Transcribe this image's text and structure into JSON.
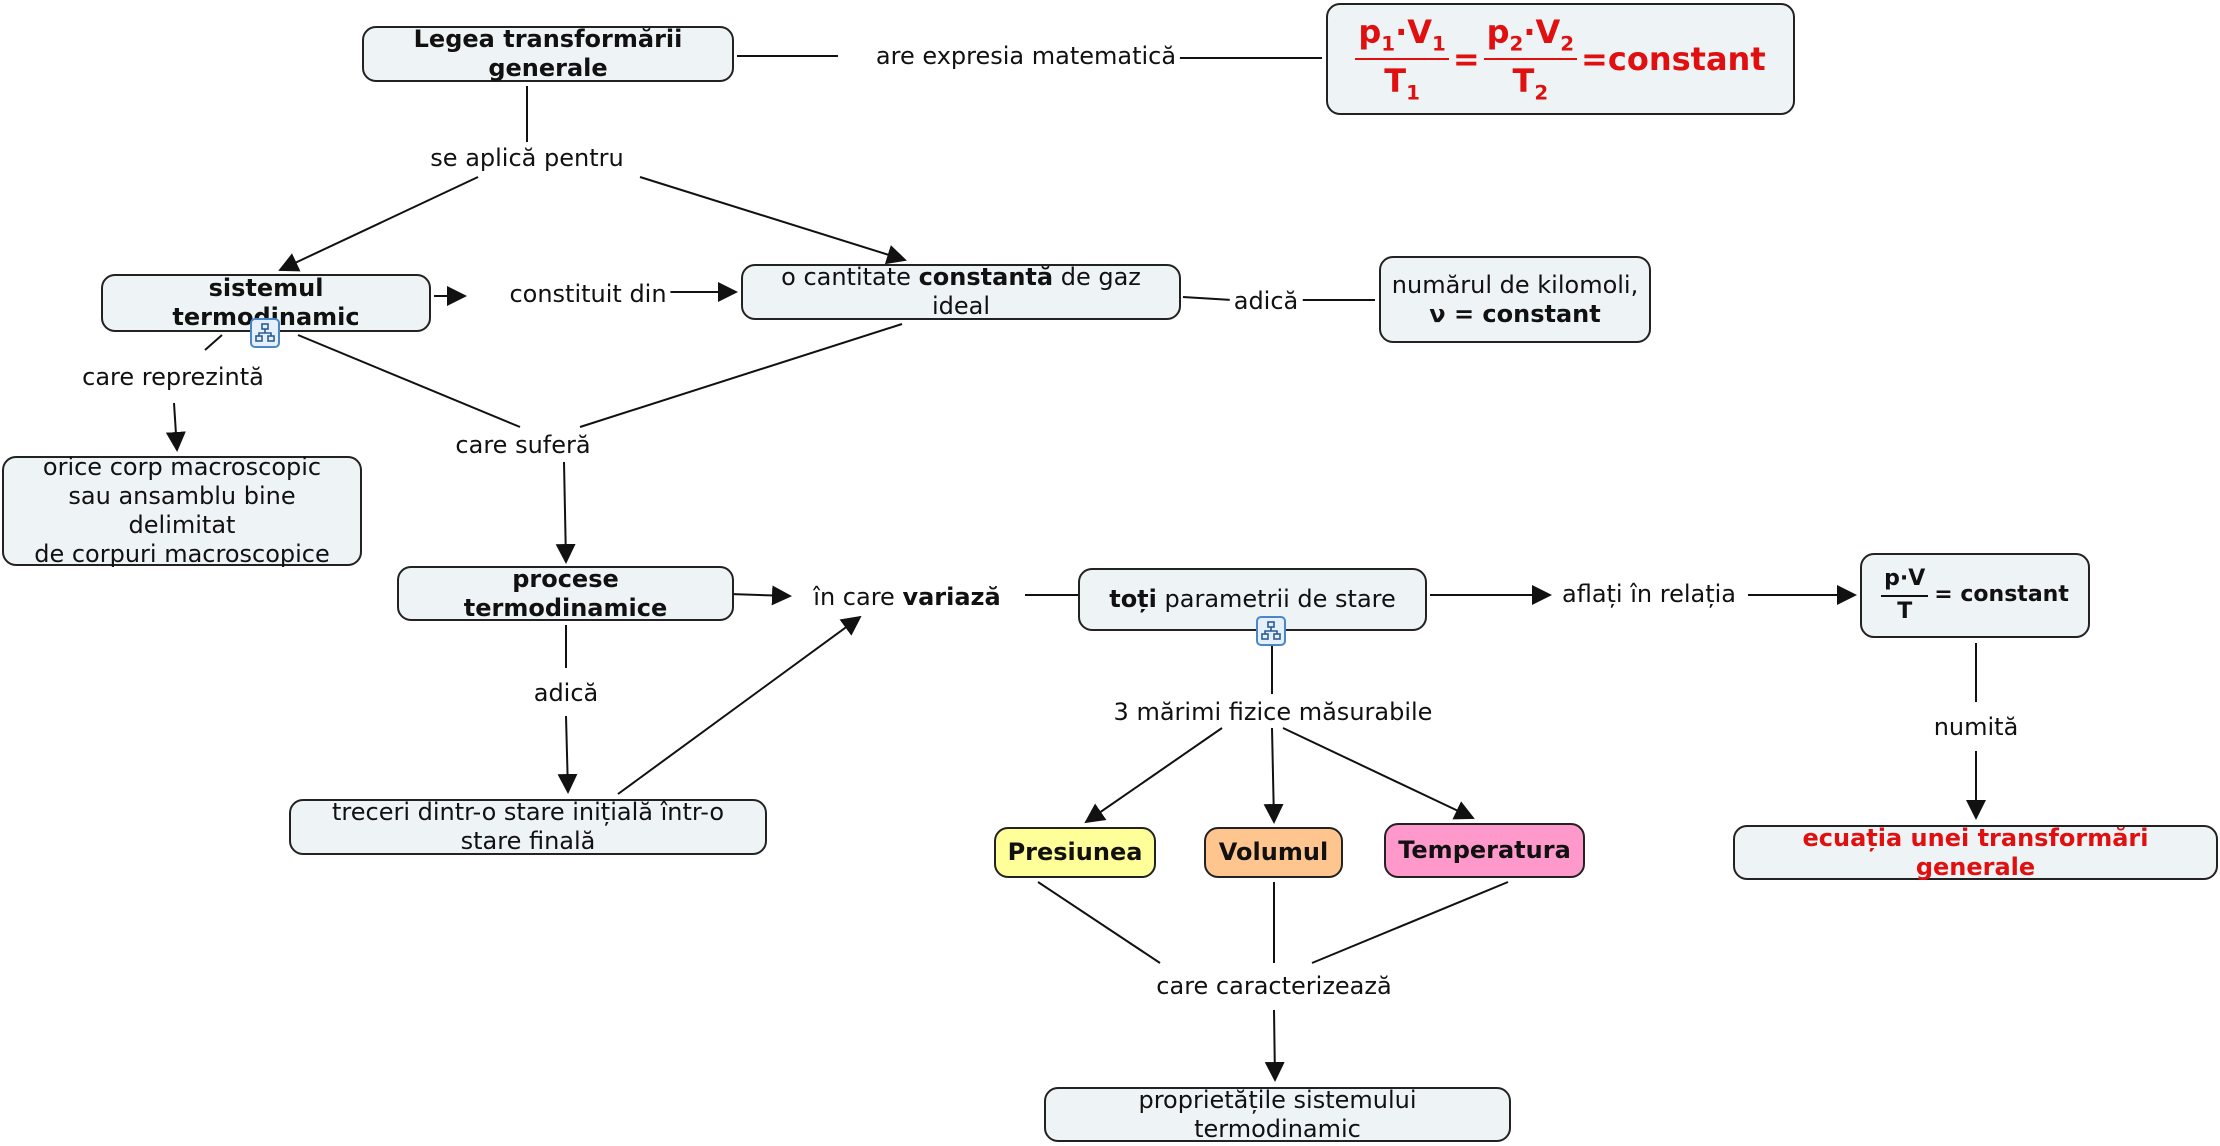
{
  "nodes": {
    "legea": "Legea transformării generale",
    "formula": {
      "p1": "p",
      "s1": "1",
      "v1": "V",
      "s2": "1",
      "t1": "T",
      "s3": "1",
      "p2": "p",
      "s4": "2",
      "v2": "V",
      "s5": "2",
      "t2": "T",
      "s6": "2",
      "eq": "=",
      "const": "=constant",
      "dot": "·"
    },
    "sistem": "sistemul termodinamic",
    "cantitate_pre": "o cantitate ",
    "cantitate_bold": "constantă",
    "cantitate_post": " de gaz ideal",
    "kilomoli_line1": "numărul de kilomoli,",
    "kilomoli_line2": "ν = constant",
    "corp_line1": "orice corp macroscopic",
    "corp_line2": "sau ansamblu bine delimitat",
    "corp_line3": "de corpuri macroscopice",
    "procese": "procese termodinamice",
    "toti_bold": "toți",
    "toti_post": " parametrii de stare",
    "pv_num": "p·V",
    "pv_den": "T",
    "pv_const": "= constant",
    "treceri": "treceri dintr-o stare inițială într-o stare finală",
    "presiunea": "Presiunea",
    "volumul": "Volumul",
    "temperatura": "Temperatura",
    "ecuatia": "ecuația unei transformări generale",
    "proprietatile": "proprietățile sistemului termodinamic"
  },
  "links": {
    "are_expresia": "are expresia matematică",
    "se_aplica": "se aplică pentru",
    "constituit": "constituit din",
    "adica1": "adică",
    "care_reprezinta": "care reprezintă",
    "care_sufera": "care suferă",
    "in_care_pre": "în care ",
    "in_care_bold": "variază",
    "aflati": "aflați în relația",
    "adica2": "adică",
    "trei_marimi": "3 mărimi fizice măsurabile",
    "numita": "numită",
    "care_caracterizeaza": "care caracterizează"
  },
  "colors": {
    "line": "#111111",
    "node_bg": "#eef3f5",
    "red": "#e01010",
    "presiunea": "#ffff99",
    "volumul": "#ffc58f",
    "temperatura": "#ff99cc"
  },
  "icons": [
    "submap-icon"
  ]
}
